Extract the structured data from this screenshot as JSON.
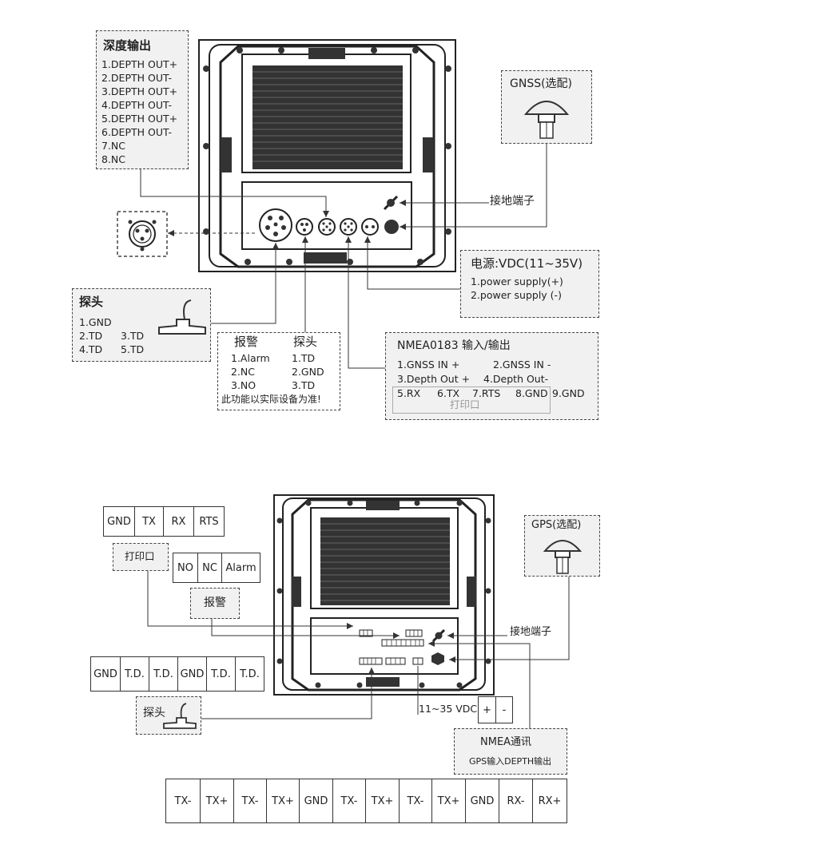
{
  "top": {
    "depth_out": {
      "title": "深度输出",
      "pins": [
        "1.DEPTH OUT+",
        "2.DEPTH OUT-",
        "3.DEPTH OUT+",
        "4.DEPTH OUT-",
        "5.DEPTH OUT+",
        "6.DEPTH OUT-",
        "7.NC",
        "8.NC"
      ]
    },
    "gnss": {
      "title": "GNSS(选配)"
    },
    "ground_label": "接地端子",
    "power": {
      "title": "电源:VDC(11~35V)",
      "pins": [
        "1.power supply(+)",
        "2.power supply (-)"
      ]
    },
    "probe": {
      "title": "探头",
      "pins": [
        "1.GND",
        "2.TD",
        "3.TD",
        "4.TD",
        "5.TD"
      ]
    },
    "alarm": {
      "title_left": "报警",
      "title_right": "探头",
      "left": [
        "1.Alarm",
        "2.NC",
        "3.NO"
      ],
      "right": [
        "1.TD",
        "2.GND",
        "3.TD"
      ],
      "note": "此功能以实际设备为准!"
    },
    "nmea": {
      "title": "NMEA0183  输入/输出",
      "row1": [
        "1.GNSS IN +",
        "2.GNSS IN -"
      ],
      "row2": [
        "3.Depth Out +",
        "4.Depth Out-"
      ],
      "row3": [
        "5.RX",
        "6.TX",
        "7.RTS",
        "8.GND",
        "9.GND"
      ],
      "printer": "打印口"
    }
  },
  "bottom": {
    "printer_cells": [
      "GND",
      "TX",
      "RX",
      "RTS"
    ],
    "printer_label": "打印口",
    "alarm_cells": [
      "NO",
      "NC",
      "Alarm"
    ],
    "alarm_label": "报警",
    "probe_cells": [
      "GND",
      "T.D.",
      "T.D.",
      "GND",
      "T.D.",
      "T.D."
    ],
    "probe_label": "探头",
    "gps_label": "GPS(选配)",
    "ground_label": "接地端子",
    "power_label": "11~35 VDC",
    "power_cells": [
      "+",
      "-"
    ],
    "nmea_title": "NMEA通讯",
    "nmea_sub": "GPS输入DEPTH输出",
    "nmea_cells": [
      "TX-",
      "TX+",
      "TX-",
      "TX+",
      "GND",
      "TX-",
      "TX+",
      "TX-",
      "TX+",
      "GND",
      "RX-",
      "RX+"
    ]
  }
}
